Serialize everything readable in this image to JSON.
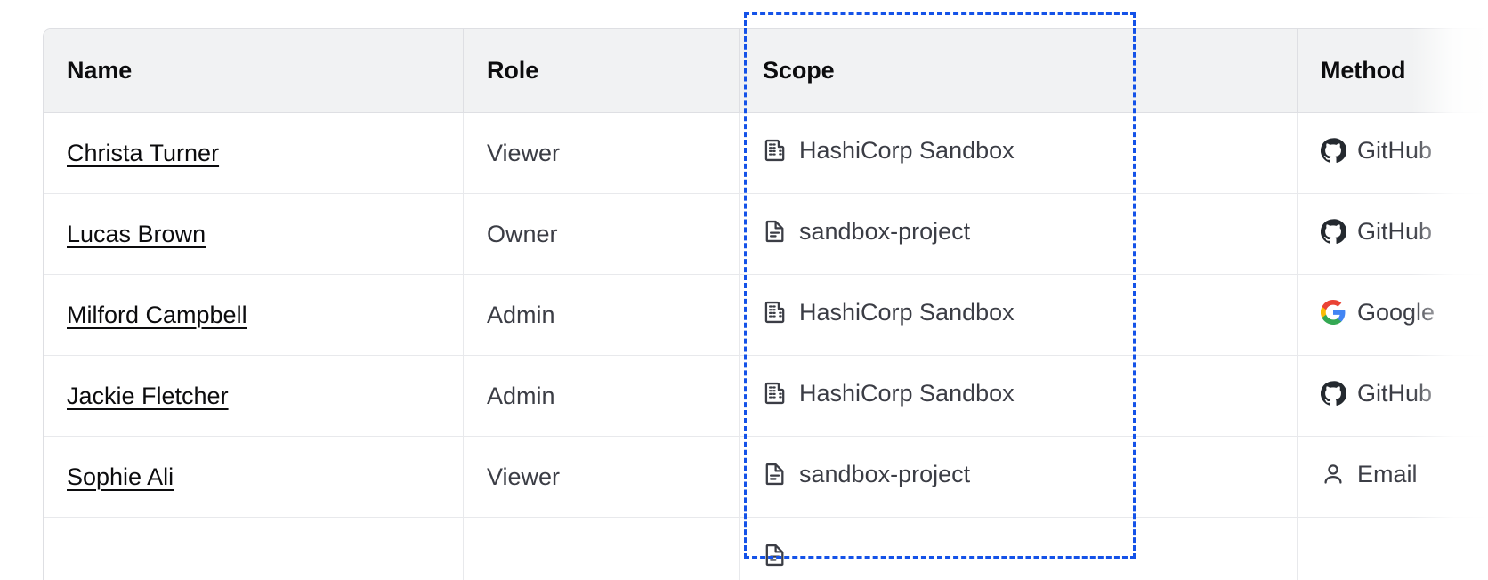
{
  "table": {
    "columns": [
      {
        "key": "name",
        "label": "Name"
      },
      {
        "key": "role",
        "label": "Role"
      },
      {
        "key": "scope",
        "label": "Scope"
      },
      {
        "key": "method",
        "label": "Method"
      }
    ],
    "rows": [
      {
        "name": "Christa Turner",
        "role": "Viewer",
        "scope": {
          "icon": "organization-icon",
          "label": "HashiCorp Sandbox"
        },
        "method": {
          "icon": "github-icon",
          "label": "GitHub"
        }
      },
      {
        "name": "Lucas Brown",
        "role": "Owner",
        "scope": {
          "icon": "project-icon",
          "label": "sandbox-project"
        },
        "method": {
          "icon": "github-icon",
          "label": "GitHub"
        }
      },
      {
        "name": "Milford Campbell",
        "role": "Admin",
        "scope": {
          "icon": "organization-icon",
          "label": "HashiCorp Sandbox"
        },
        "method": {
          "icon": "google-icon",
          "label": "Google"
        }
      },
      {
        "name": "Jackie Fletcher",
        "role": "Admin",
        "scope": {
          "icon": "organization-icon",
          "label": "HashiCorp Sandbox"
        },
        "method": {
          "icon": "github-icon",
          "label": "GitHub"
        }
      },
      {
        "name": "Sophie Ali",
        "role": "Viewer",
        "scope": {
          "icon": "project-icon",
          "label": "sandbox-project"
        },
        "method": {
          "icon": "email-icon",
          "label": "Email"
        }
      },
      {
        "name": "",
        "role": "",
        "scope": {
          "icon": "project-icon",
          "label": ""
        },
        "method": {
          "icon": "",
          "label": ""
        }
      }
    ]
  },
  "highlight": {
    "target_column": "Scope",
    "color": "#1452e8",
    "style": "dashed"
  },
  "colors": {
    "header_background": "#f1f2f3",
    "header_text": "#0c0c0e",
    "body_text": "#3b3d45",
    "link_text": "#0c0c0e",
    "row_border": "#e8e9ec",
    "table_border": "#dedfe3",
    "accent": "#1452e8"
  }
}
